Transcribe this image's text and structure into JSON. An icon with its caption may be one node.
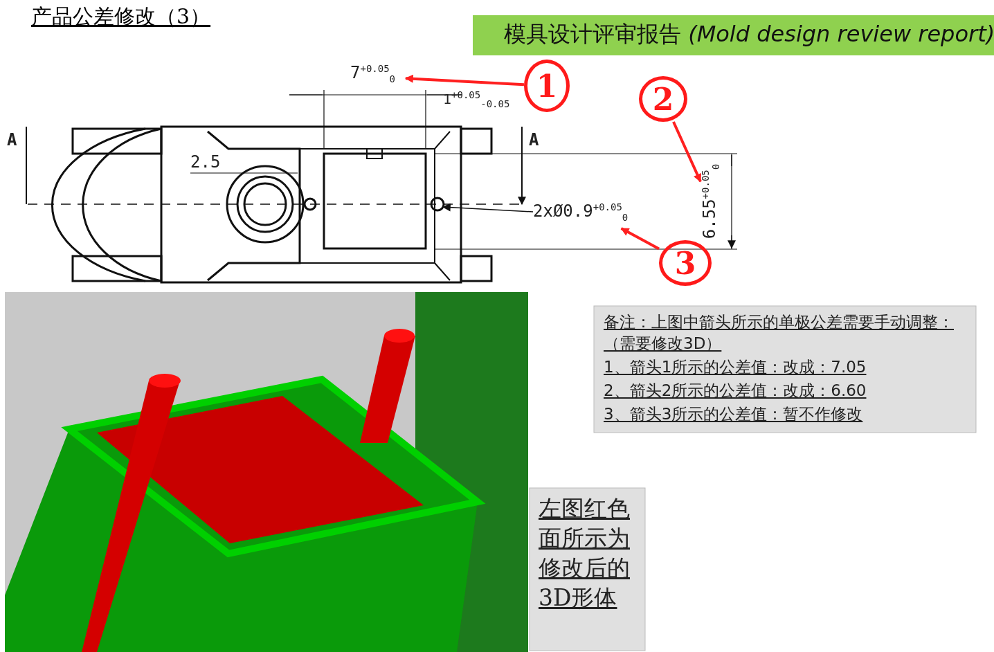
{
  "diagram": {
    "title": "产品公差修改（3）",
    "nodes": [
      {
        "text": [
          "1"
        ]
      },
      {
        "text": [
          "7$^{+0.05}$$_{0}$"
        ]
      },
      {
        "text": [
          "2"
        ]
      },
      {
        "text": [
          "6.55$^{+0.05}$$_{0}$"
        ]
      },
      {
        "text": [
          "3"
        ]
      },
      {
        "text": [
          "2xØ0.9$^{+0.05}$$_{0}$"
        ]
      }
    ],
    "edges": [
      {
        "from": 0,
        "to": 1,
        "arrow": "to",
        "color": "#ff2020"
      },
      {
        "from": 2,
        "to": 3,
        "arrow": "to",
        "color": "#ff2020"
      },
      {
        "from": 4,
        "to": 5,
        "arrow": "to",
        "color": "#ff2020"
      },
      {
        "from": 5,
        "to": null,
        "arrow": "to",
        "color": "#111111"
      }
    ],
    "labels": [
      "模具设计评审报告 *(Mold design review report)*",
      "A",
      "A",
      "2.5",
      "1$^{+0.05}$$_{-0.05}$",
      "备注：上图中箭头所示的单极公差需要手动调整：（需要修改3D）",
      "1、箭头1所示的公差值：改成：7.05",
      "2、箭头2所示的公差值：改成：6.60",
      "3、箭头3所示的公差值：暂不作修改",
      "左图红色面所示为修改后的3D形体"
    ]
  }
}
